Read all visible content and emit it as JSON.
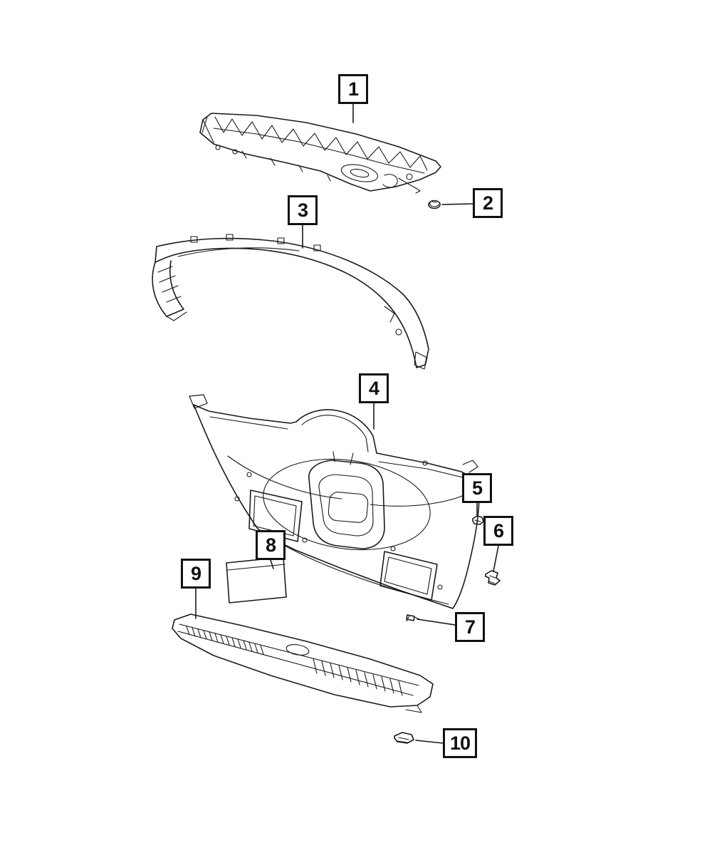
{
  "colors": {
    "background": "#ffffff",
    "line": "#1a1a1a"
  },
  "callouts": [
    {
      "label": "1"
    },
    {
      "label": "2"
    },
    {
      "label": "3"
    },
    {
      "label": "4"
    },
    {
      "label": "5"
    },
    {
      "label": "6"
    },
    {
      "label": "7"
    },
    {
      "label": "8"
    },
    {
      "label": "9"
    },
    {
      "label": "10"
    }
  ]
}
